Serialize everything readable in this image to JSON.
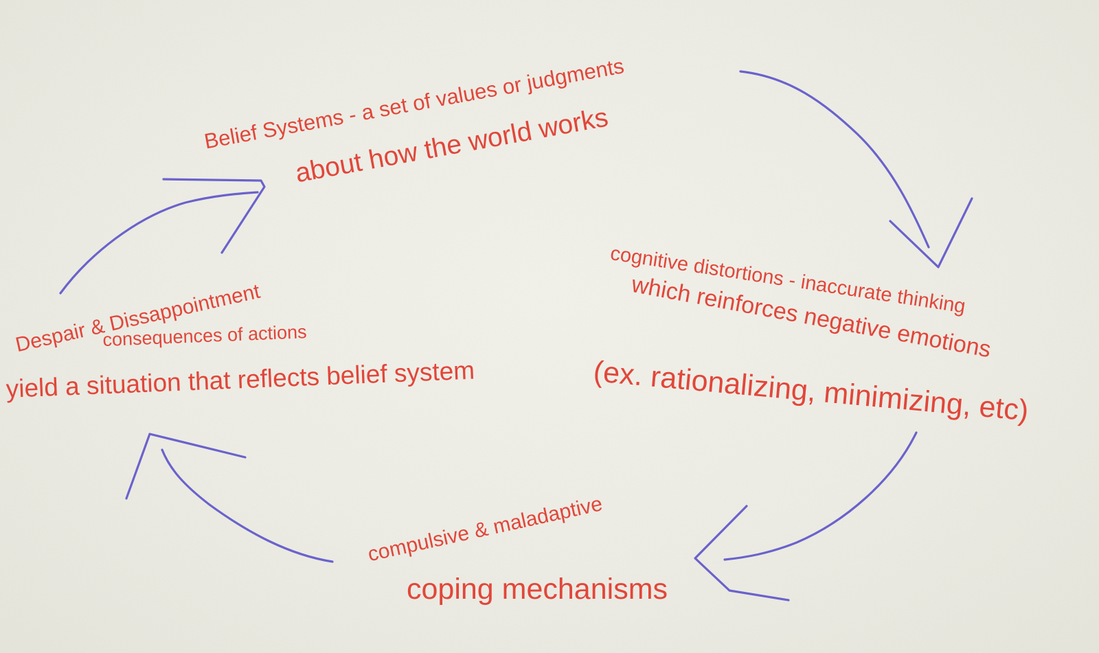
{
  "colors": {
    "text": "#e2463a",
    "arrow": "#6a62cc",
    "background": "#efefe8"
  },
  "nodes": {
    "belief": {
      "line1": "Belief Systems - a set of values or judgments",
      "line2": "about how the world works"
    },
    "cognitive": {
      "line1": "cognitive distortions - inaccurate thinking",
      "line2": "which reinforces negative emotions",
      "line3": "(ex. rationalizing, minimizing, etc)"
    },
    "coping": {
      "line1": "compulsive & maladaptive",
      "line2": "coping mechanisms"
    },
    "despair": {
      "line1": "Despair & Dissappointment",
      "line2": "consequences of actions",
      "line3": "yield a situation that reflects belief system"
    }
  },
  "arrows": [
    {
      "from": "belief",
      "to": "cognitive"
    },
    {
      "from": "cognitive",
      "to": "coping"
    },
    {
      "from": "coping",
      "to": "despair"
    },
    {
      "from": "despair",
      "to": "belief"
    }
  ]
}
